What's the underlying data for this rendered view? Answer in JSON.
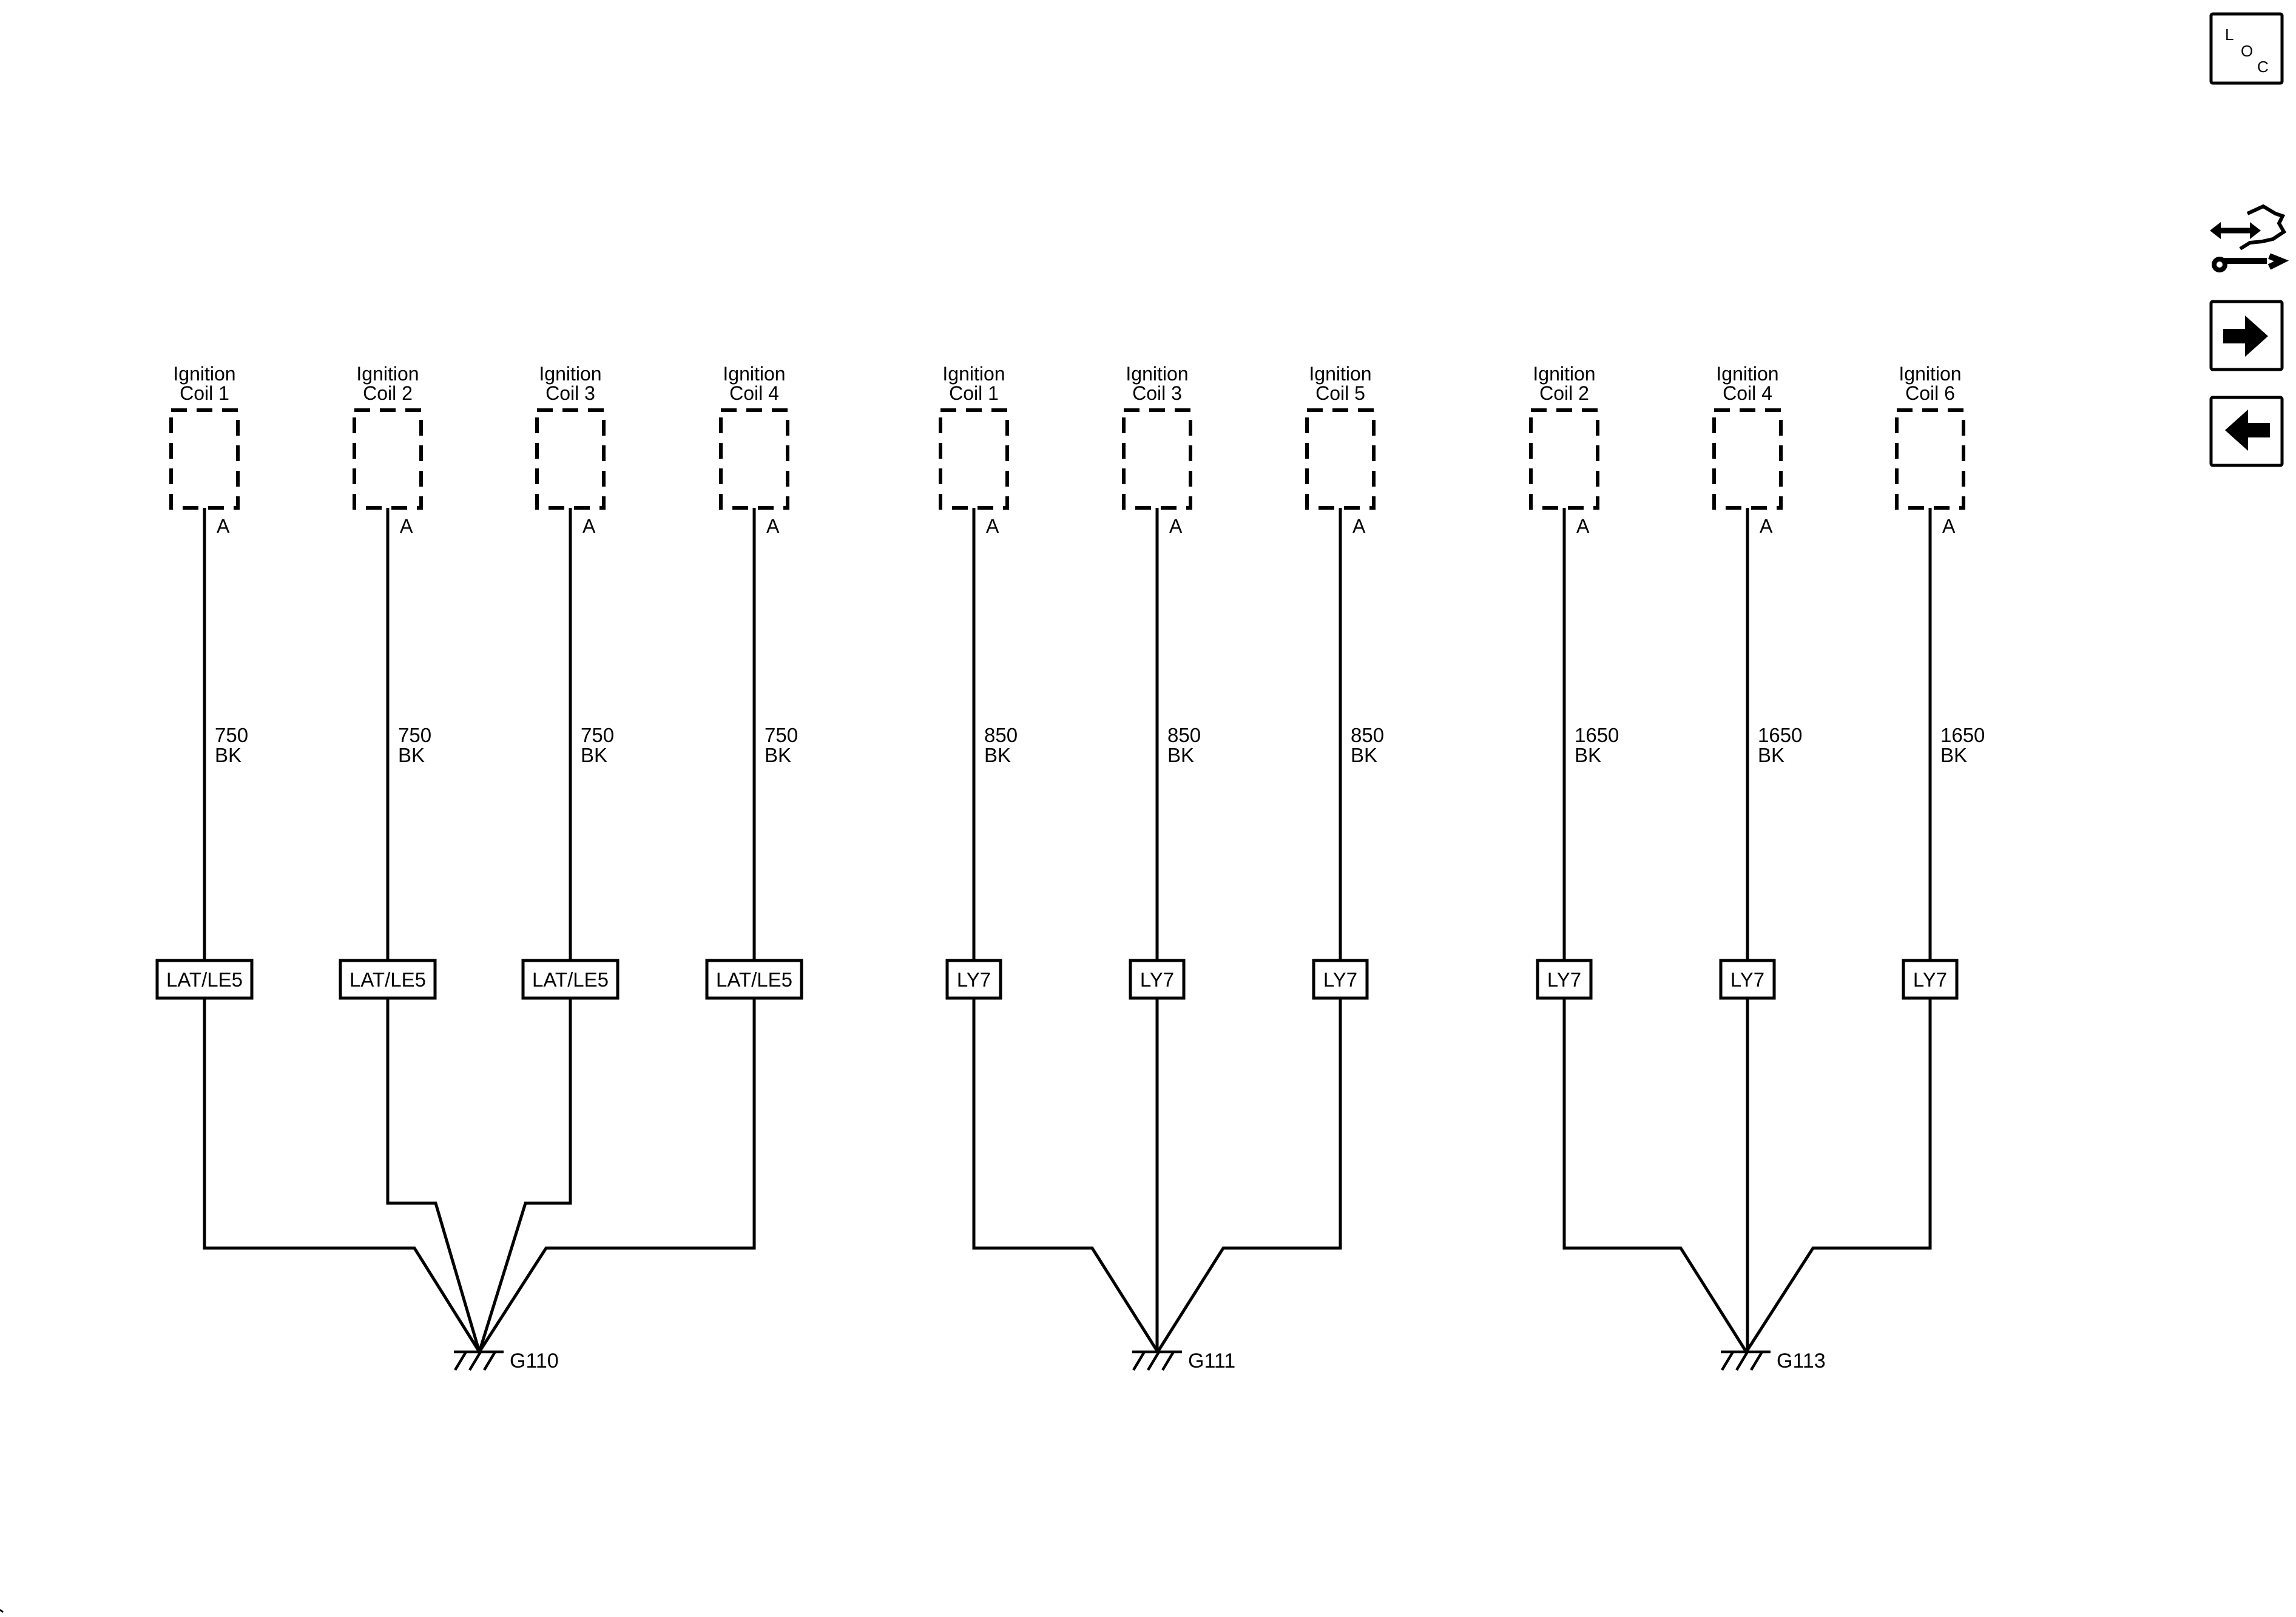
{
  "components": [
    {
      "name": [
        "Ignition",
        "Coil 1"
      ],
      "pin": "A",
      "wire": [
        "750",
        "BK"
      ],
      "option": "LAT/LE5"
    },
    {
      "name": [
        "Ignition",
        "Coil 2"
      ],
      "pin": "A",
      "wire": [
        "750",
        "BK"
      ],
      "option": "LAT/LE5"
    },
    {
      "name": [
        "Ignition",
        "Coil 3"
      ],
      "pin": "A",
      "wire": [
        "750",
        "BK"
      ],
      "option": "LAT/LE5"
    },
    {
      "name": [
        "Ignition",
        "Coil 4"
      ],
      "pin": "A",
      "wire": [
        "750",
        "BK"
      ],
      "option": "LAT/LE5"
    },
    {
      "name": [
        "Ignition",
        "Coil 1"
      ],
      "pin": "A",
      "wire": [
        "850",
        "BK"
      ],
      "option": "LY7"
    },
    {
      "name": [
        "Ignition",
        "Coil 3"
      ],
      "pin": "A",
      "wire": [
        "850",
        "BK"
      ],
      "option": "LY7"
    },
    {
      "name": [
        "Ignition",
        "Coil 5"
      ],
      "pin": "A",
      "wire": [
        "850",
        "BK"
      ],
      "option": "LY7"
    },
    {
      "name": [
        "Ignition",
        "Coil 2"
      ],
      "pin": "A",
      "wire": [
        "1650",
        "BK"
      ],
      "option": "LY7"
    },
    {
      "name": [
        "Ignition",
        "Coil 4"
      ],
      "pin": "A",
      "wire": [
        "1650",
        "BK"
      ],
      "option": "LY7"
    },
    {
      "name": [
        "Ignition",
        "Coil 6"
      ],
      "pin": "A",
      "wire": [
        "1650",
        "BK"
      ],
      "option": "LY7"
    }
  ],
  "grounds": [
    {
      "label": "G110",
      "connects": [
        0,
        1,
        2,
        3
      ]
    },
    {
      "label": "G111",
      "connects": [
        4,
        5,
        6
      ]
    },
    {
      "label": "G113",
      "connects": [
        7,
        8,
        9
      ]
    }
  ],
  "nav": {
    "loc_button": {
      "letters": [
        "L",
        "O",
        "C"
      ],
      "icon": "loc-icon"
    },
    "service_button": {
      "icon": "connector-service-icon"
    },
    "next_button": {
      "icon": "arrow-right-icon"
    },
    "prev_button": {
      "icon": "arrow-left-icon"
    }
  }
}
